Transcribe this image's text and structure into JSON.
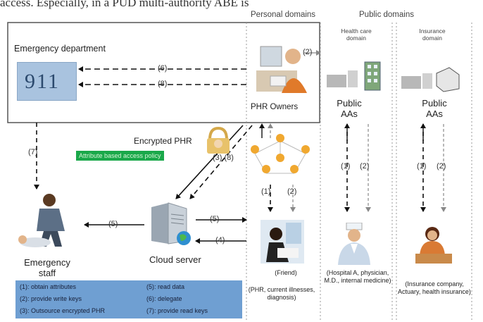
{
  "caption_fragment": "access. Especially, in a PUD multi-authority ABE is",
  "headers": {
    "personal": "Personal domains",
    "public": "Public domains",
    "health_domain": "Health care domain",
    "insurance_domain": "Insurance domain"
  },
  "emergency_department": {
    "title": "Emergency department",
    "number": "911"
  },
  "phr_owners": "PHR Owners",
  "public_aa": "Public AAs",
  "encrypted_phr": "Encrypted PHR",
  "policy": "Attribute based access policy",
  "cloud_server": "Cloud server",
  "emergency_staff": "Emergency staff",
  "steps": {
    "s1": "(1)",
    "s2": "(2)",
    "s3_8": "(3) (8)",
    "s4": "(4)",
    "s5": "(5)",
    "s6": "(6)",
    "s7": "(7)",
    "s8": "(8)"
  },
  "friend": {
    "title": "(Friend)",
    "desc": "(PHR, current illnesses, diagnosis)"
  },
  "hospital": "(Hospital A, physician, M.D., internal medicine)",
  "insurance": "(Insurance company, Actuary, health insurance)",
  "legend": [
    "(1): obtain attributes",
    "(2): provide write keys",
    "(3): Outsource encrypted PHR",
    "(5): read data",
    "(6): delegate",
    "(7): provide read keys"
  ]
}
